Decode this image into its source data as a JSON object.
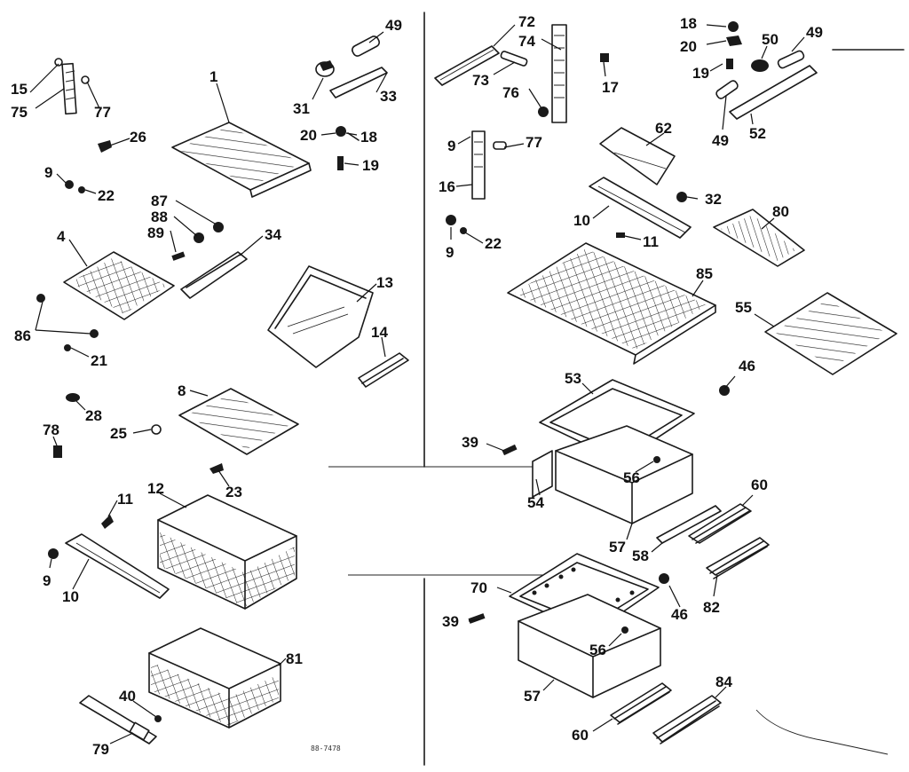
{
  "drawing_code": "88-7478",
  "labels": [
    {
      "id": "lbl-15",
      "text": "15"
    },
    {
      "id": "lbl-75",
      "text": "75"
    },
    {
      "id": "lbl-77a",
      "text": "77"
    },
    {
      "id": "lbl-26",
      "text": "26"
    },
    {
      "id": "lbl-1",
      "text": "1"
    },
    {
      "id": "lbl-49a",
      "text": "49"
    },
    {
      "id": "lbl-31",
      "text": "31"
    },
    {
      "id": "lbl-33",
      "text": "33"
    },
    {
      "id": "lbl-20a",
      "text": "20"
    },
    {
      "id": "lbl-18a",
      "text": "18"
    },
    {
      "id": "lbl-19a",
      "text": "19"
    },
    {
      "id": "lbl-9a",
      "text": "9"
    },
    {
      "id": "lbl-22a",
      "text": "22"
    },
    {
      "id": "lbl-87",
      "text": "87"
    },
    {
      "id": "lbl-88",
      "text": "88"
    },
    {
      "id": "lbl-89",
      "text": "89"
    },
    {
      "id": "lbl-34",
      "text": "34"
    },
    {
      "id": "lbl-4",
      "text": "4"
    },
    {
      "id": "lbl-13",
      "text": "13"
    },
    {
      "id": "lbl-86",
      "text": "86"
    },
    {
      "id": "lbl-21",
      "text": "21"
    },
    {
      "id": "lbl-14",
      "text": "14"
    },
    {
      "id": "lbl-8",
      "text": "8"
    },
    {
      "id": "lbl-28",
      "text": "28"
    },
    {
      "id": "lbl-25",
      "text": "25"
    },
    {
      "id": "lbl-78",
      "text": "78"
    },
    {
      "id": "lbl-23",
      "text": "23"
    },
    {
      "id": "lbl-11a",
      "text": "11"
    },
    {
      "id": "lbl-12",
      "text": "12"
    },
    {
      "id": "lbl-9b",
      "text": "9"
    },
    {
      "id": "lbl-10a",
      "text": "10"
    },
    {
      "id": "lbl-81",
      "text": "81"
    },
    {
      "id": "lbl-40",
      "text": "40"
    },
    {
      "id": "lbl-79",
      "text": "79"
    },
    {
      "id": "lbl-72",
      "text": "72"
    },
    {
      "id": "lbl-74",
      "text": "74"
    },
    {
      "id": "lbl-73",
      "text": "73"
    },
    {
      "id": "lbl-17",
      "text": "17"
    },
    {
      "id": "lbl-76",
      "text": "76"
    },
    {
      "id": "lbl-18b",
      "text": "18"
    },
    {
      "id": "lbl-20b",
      "text": "20"
    },
    {
      "id": "lbl-50",
      "text": "50"
    },
    {
      "id": "lbl-49b",
      "text": "49"
    },
    {
      "id": "lbl-19b",
      "text": "19"
    },
    {
      "id": "lbl-49c",
      "text": "49"
    },
    {
      "id": "lbl-52",
      "text": "52"
    },
    {
      "id": "lbl-9c",
      "text": "9"
    },
    {
      "id": "lbl-77b",
      "text": "77"
    },
    {
      "id": "lbl-62",
      "text": "62"
    },
    {
      "id": "lbl-16",
      "text": "16"
    },
    {
      "id": "lbl-10b",
      "text": "10"
    },
    {
      "id": "lbl-32",
      "text": "32"
    },
    {
      "id": "lbl-9d",
      "text": "9"
    },
    {
      "id": "lbl-22b",
      "text": "22"
    },
    {
      "id": "lbl-11b",
      "text": "11"
    },
    {
      "id": "lbl-80",
      "text": "80"
    },
    {
      "id": "lbl-85",
      "text": "85"
    },
    {
      "id": "lbl-55",
      "text": "55"
    },
    {
      "id": "lbl-53",
      "text": "53"
    },
    {
      "id": "lbl-46a",
      "text": "46"
    },
    {
      "id": "lbl-39a",
      "text": "39"
    },
    {
      "id": "lbl-56a",
      "text": "56"
    },
    {
      "id": "lbl-54",
      "text": "54"
    },
    {
      "id": "lbl-60a",
      "text": "60"
    },
    {
      "id": "lbl-57a",
      "text": "57"
    },
    {
      "id": "lbl-58",
      "text": "58"
    },
    {
      "id": "lbl-70",
      "text": "70"
    },
    {
      "id": "lbl-46b",
      "text": "46"
    },
    {
      "id": "lbl-82",
      "text": "82"
    },
    {
      "id": "lbl-39b",
      "text": "39"
    },
    {
      "id": "lbl-56b",
      "text": "56"
    },
    {
      "id": "lbl-57b",
      "text": "57"
    },
    {
      "id": "lbl-84",
      "text": "84"
    },
    {
      "id": "lbl-60b",
      "text": "60"
    }
  ]
}
